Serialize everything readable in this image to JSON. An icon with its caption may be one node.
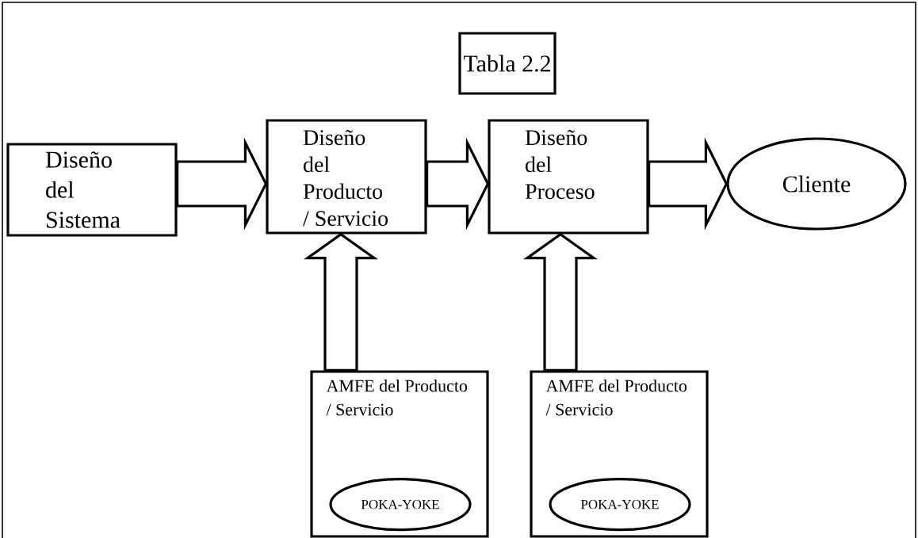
{
  "diagram": {
    "nodes": [
      {
        "text": [
          "Tabla 2.2"
        ]
      },
      {
        "text": [
          "Diseño del Sistema"
        ]
      },
      {
        "text": [
          "Diseño del Producto / Servicio"
        ]
      },
      {
        "text": [
          "Diseño del Proceso"
        ]
      },
      {
        "text": [
          "Cliente"
        ]
      },
      {
        "text": [
          "AMFE del Producto / Servicio"
        ]
      },
      {
        "text": [
          "POKA-YOKE"
        ],
        "in": 5
      },
      {
        "text": [
          "AMFE del Producto / Servicio"
        ]
      },
      {
        "text": [
          "POKA-YOKE"
        ],
        "in": 7
      }
    ],
    "edges": [
      {
        "from": 1,
        "to": 2,
        "arrow": "to"
      },
      {
        "from": 2,
        "to": 3,
        "arrow": "to"
      },
      {
        "from": 3,
        "to": 4,
        "arrow": "to"
      },
      {
        "from": 5,
        "to": 2,
        "arrow": "to"
      },
      {
        "from": 7,
        "to": 3,
        "arrow": "to"
      }
    ]
  }
}
